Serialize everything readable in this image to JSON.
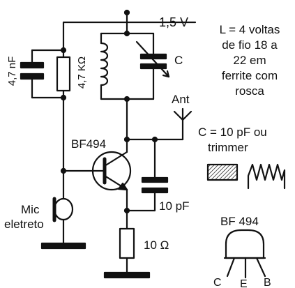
{
  "supply_label": "1,5 V",
  "coil_note": [
    "L = 4 voltas",
    "de fio 18 a",
    "22 em",
    "ferrite com",
    "rosca"
  ],
  "cap_note": [
    "C = 10 pF ou",
    "trimmer"
  ],
  "labels": {
    "cap_4n7": "4,7 nF",
    "res_4k7": "4,7 KΩ",
    "var_cap": "C",
    "antenna": "Ant",
    "transistor": "BF494",
    "cap_10p": "10 pF",
    "mic": [
      "Mic",
      "eletreto"
    ],
    "res_10": "10 Ω",
    "pinout_title": "BF 494",
    "pin_c": "C",
    "pin_e": "E",
    "pin_b": "B"
  },
  "colors": {
    "ink": "#111111",
    "background": "#ffffff"
  }
}
